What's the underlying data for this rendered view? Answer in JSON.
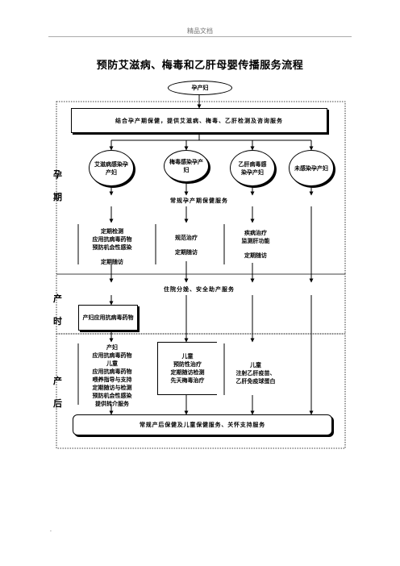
{
  "header": {
    "text": "精品文档"
  },
  "title": "预防艾滋病、梅毒和乙肝母婴传播服务流程",
  "start_node": "孕产妇",
  "stages": {
    "pregnancy": [
      "孕",
      "期"
    ],
    "delivery": [
      "产",
      "时"
    ],
    "postpartum": [
      "产",
      "后"
    ]
  },
  "nodes": {
    "integrated_care": "结合孕产期保健，提供艾滋病、梅毒、乙肝检测及咨询服务",
    "hiv_pregnant": "艾滋病感染孕产妇",
    "syphilis_pregnant": "梅毒感染孕产妇",
    "hbv_pregnant": "乙肝病毒感染孕产妇",
    "uninfected_pregnant": "未感染孕产妇",
    "routine_care": "常规孕产期保健服务",
    "hiv_pregnancy_care": [
      "定期检测",
      "应用抗病毒药物",
      "预防机会性感染",
      "",
      "定期随访"
    ],
    "syphilis_pregnancy_care": [
      "规范治疗",
      "",
      "定期随访"
    ],
    "hbv_pregnancy_care": [
      "疾病治疗",
      "监测肝功能",
      "",
      "定期随访"
    ],
    "hospital_delivery": "住院分娩、安全助产服务",
    "intrapartum_arv": "产妇应用抗病毒药物",
    "hiv_postpartum": [
      "产妇",
      "应用抗病毒药物",
      "儿童",
      "应用抗病毒药物",
      "喂养指导与支持",
      "定期随访与检测",
      "预防机会性感染",
      "提供转介服务"
    ],
    "syphilis_child": [
      "儿童",
      "预防性治疗",
      "定期随访检测",
      "先天梅毒治疗"
    ],
    "hbv_child": [
      "儿童",
      "注射乙肝疫苗、",
      "乙肝免疫球蛋白"
    ],
    "routine_postpartum": "常规产后保健及儿童保健服务、关怀支持服务"
  },
  "footer": "."
}
